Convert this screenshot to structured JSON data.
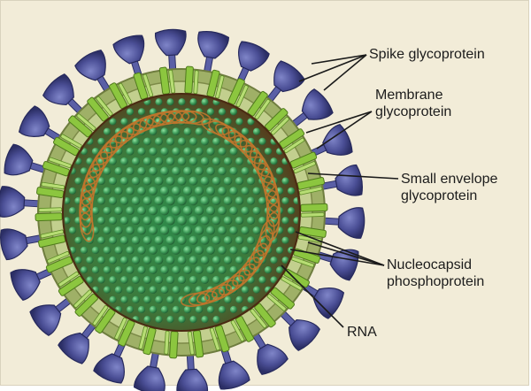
{
  "labels": {
    "spike": "Spike glycoprotein",
    "membrane_line1": "Membrane",
    "membrane_line2": "glycoprotein",
    "small_env_line1": "Small envelope",
    "small_env_line2": "glycoprotein",
    "nucleocapsid_line1": "Nucleocapsid",
    "nucleocapsid_line2": "phosphoprotein",
    "rna": "RNA"
  },
  "colors": {
    "background": "#f2ecd8",
    "envelope": "#a9ba6f",
    "spike": "#4b4f96",
    "membrane_protein": "#8cc63f",
    "interior": "#6b3818",
    "nucleocapsid_bead": "#3f9d5a",
    "rna": "#c0752c"
  }
}
